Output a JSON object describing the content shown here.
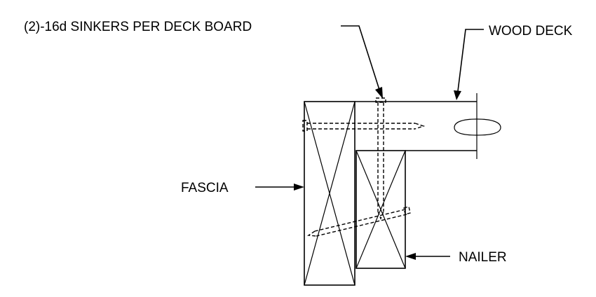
{
  "labels": {
    "nails": "(2)-16d SINKERS PER DECK BOARD",
    "deck": "WOOD DECK",
    "fascia": "FASCIA",
    "nailer": "NAILER"
  }
}
